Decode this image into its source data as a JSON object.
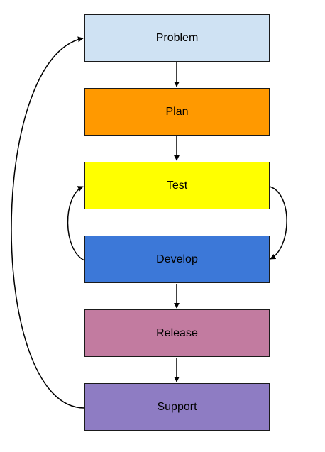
{
  "diagram": {
    "nodes": [
      {
        "id": "problem",
        "label": "Problem",
        "color": "#cfe2f3"
      },
      {
        "id": "plan",
        "label": "Plan",
        "color": "#ff9900"
      },
      {
        "id": "test",
        "label": "Test",
        "color": "#ffff00"
      },
      {
        "id": "develop",
        "label": "Develop",
        "color": "#3c78d8"
      },
      {
        "id": "release",
        "label": "Release",
        "color": "#c27ba0"
      },
      {
        "id": "support",
        "label": "Support",
        "color": "#8e7cc3"
      }
    ],
    "edges": [
      {
        "from": "problem",
        "to": "plan"
      },
      {
        "from": "plan",
        "to": "test"
      },
      {
        "from": "test",
        "to": "develop"
      },
      {
        "from": "develop",
        "to": "test"
      },
      {
        "from": "develop",
        "to": "release"
      },
      {
        "from": "release",
        "to": "support"
      },
      {
        "from": "support",
        "to": "problem"
      }
    ]
  }
}
